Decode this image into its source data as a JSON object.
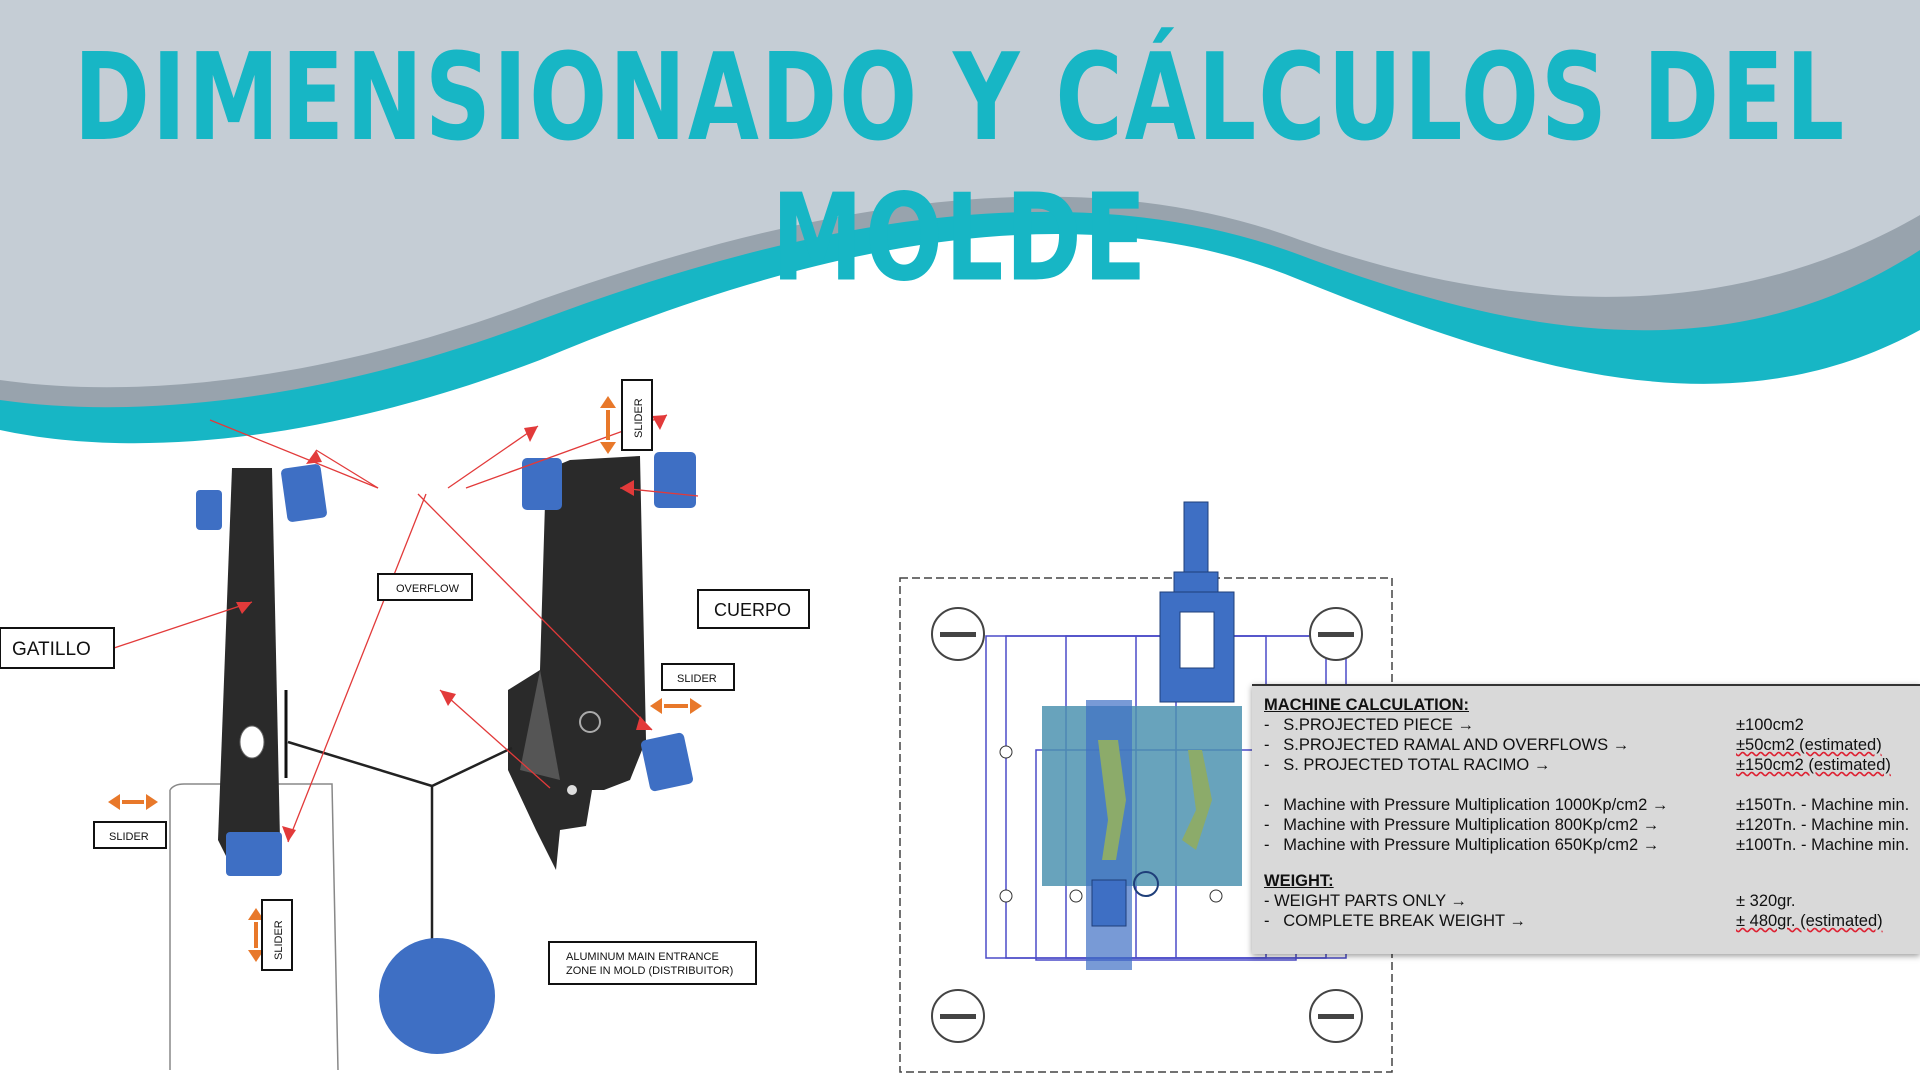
{
  "page": {
    "title": "DIMENSIONADO Y CÁLCULOS DEL MOLDE"
  },
  "left_diagram": {
    "labels": {
      "gatillo": "GATILLO",
      "cuerpo": "CUERPO",
      "overflow": "OVERFLOW",
      "slider": "SLIDER",
      "main_entrance_line1": "ALUMINUM MAIN ENTRANCE",
      "main_entrance_line2": "ZONE IN MOLD (DISTRIBUITOR)"
    }
  },
  "machine_calc": {
    "heading": "MACHINE CALCULATION:",
    "rows": [
      {
        "label": "-   S.PROJECTED PIECE →",
        "value": "±100cm2"
      },
      {
        "label": "-   S.PROJECTED RAMAL AND OVERFLOWS →",
        "value": "±50cm2 (estimated)"
      },
      {
        "label": "-   S. PROJECTED TOTAL RACIMO →",
        "value": "±150cm2 (estimated)"
      },
      {
        "label": "-   Machine with Pressure Multiplication 1000Kp/cm2 →",
        "value": "±150Tn. - Machine min."
      },
      {
        "label": "-   Machine with Pressure Multiplication 800Kp/cm2 →",
        "value": "±120Tn. - Machine min."
      },
      {
        "label": "-   Machine with Pressure Multiplication 650Kp/cm2 →",
        "value": "±100Tn. - Machine min."
      }
    ],
    "weight_heading": "WEIGHT:",
    "weight_rows": [
      {
        "label": "- WEIGHT PARTS ONLY →",
        "value": "± 320gr."
      },
      {
        "label": "-   COMPLETE BREAK WEIGHT →",
        "value": "± 480gr. (estimated)"
      }
    ]
  },
  "colors": {
    "accent": "#17b6c5",
    "header_bg": "#c5cdd5",
    "wave_dark": "#98a3ad",
    "part_blue": "#3e6fc4",
    "arrow_red": "#e23a3a",
    "arrow_orange": "#e8782a"
  }
}
